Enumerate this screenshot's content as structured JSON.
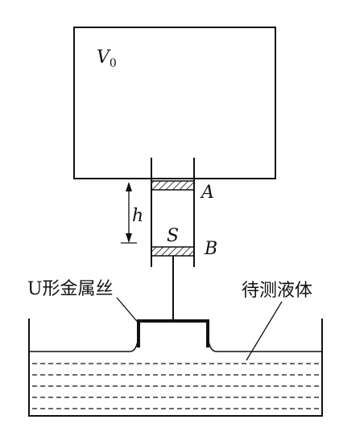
{
  "labels": {
    "volume": "V",
    "volume_sub": "0",
    "height": "h",
    "area": "S",
    "point_a": "A",
    "point_b": "B",
    "wire": "U形金属丝",
    "liquid": "待测液体"
  },
  "colors": {
    "ink": "#111111",
    "background": "#ffffff"
  }
}
